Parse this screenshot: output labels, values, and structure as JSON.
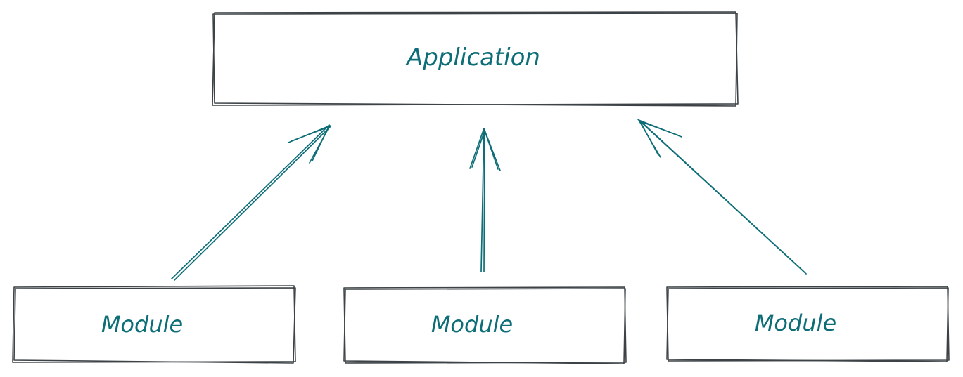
{
  "diagram": {
    "application": {
      "label": "Application"
    },
    "modules": [
      {
        "label": "Module"
      },
      {
        "label": "Module"
      },
      {
        "label": "Module"
      }
    ],
    "colors": {
      "stroke": "#3c4246",
      "accent": "#0e6e78",
      "background": "#ffffff"
    }
  }
}
